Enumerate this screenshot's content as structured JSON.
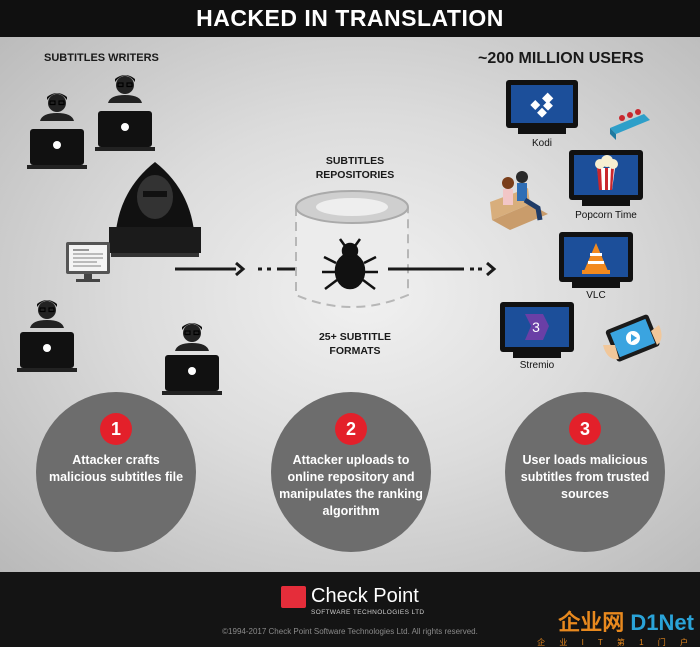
{
  "header": {
    "title": "HACKED IN TRANSLATION"
  },
  "labels": {
    "subtitles_writers": "SUBTITLES WRITERS",
    "users": "~200 MILLION USERS",
    "repositories": "SUBTITLES REPOSITORIES",
    "formats": "25+ SUBTITLE FORMATS"
  },
  "devices": [
    {
      "label": "Kodi",
      "icon": "kodi-icon"
    },
    {
      "label": "Popcorn Time",
      "icon": "popcorn-icon"
    },
    {
      "label": "VLC",
      "icon": "vlc-cone-icon"
    },
    {
      "label": "Stremio",
      "icon": "stremio-icon"
    }
  ],
  "steps": [
    {
      "number": "1",
      "text": "Attacker crafts malicious subtitles file"
    },
    {
      "number": "2",
      "text": "Attacker uploads to online repository and manipulates the ranking algorithm"
    },
    {
      "number": "3",
      "text": "User loads malicious subtitles from trusted sources"
    }
  ],
  "footer": {
    "brand": "Check Point",
    "tagline": "SOFTWARE TECHNOLOGIES LTD",
    "copyright": "©1994-2017 Check Point Software Technologies Ltd. All rights reserved.",
    "watermark_main": "企业网",
    "watermark_net": "D1Net",
    "watermark_sub": "企 业 I T 第 1 门 户"
  },
  "colors": {
    "accent_red": "#e3202a",
    "circle_gray": "#6d6d6d",
    "screen_blue": "#1c4f9a"
  }
}
